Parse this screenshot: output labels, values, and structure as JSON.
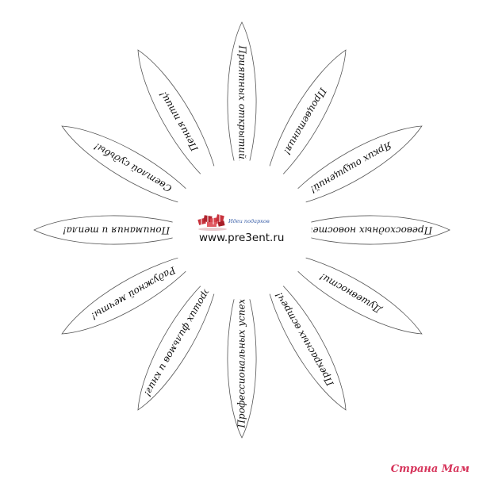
{
  "petals": [
    {
      "label": "Приятных открытий!",
      "angle": 0
    },
    {
      "label": "Процветания!",
      "angle": 30
    },
    {
      "label": "Ярких ощущений!",
      "angle": 60
    },
    {
      "label": "Превосходных новостей!",
      "angle": 90
    },
    {
      "label": "Душевности!",
      "angle": 120
    },
    {
      "label": "Прекрасных встреч!",
      "angle": 150
    },
    {
      "label": "Профессиональных успехов!",
      "angle": 180
    },
    {
      "label": "Хороших фильмов и книг!",
      "angle": 210
    },
    {
      "label": "Радужной мечты!",
      "angle": 240
    },
    {
      "label": "Понимания и тепла!",
      "angle": 270
    },
    {
      "label": "Светлой судьбы!",
      "angle": 300
    },
    {
      "label": "Пения птиц!",
      "angle": 330
    }
  ],
  "center": {
    "logo_caption": "Идеи подарков",
    "site": "www.pre3ent.ru"
  },
  "watermark": "Страна Мам",
  "colors": {
    "petal_outline": "#555555",
    "logo_red": "#c8323c",
    "logo_caption": "#3a5fa8",
    "watermark": "#d6335a"
  }
}
